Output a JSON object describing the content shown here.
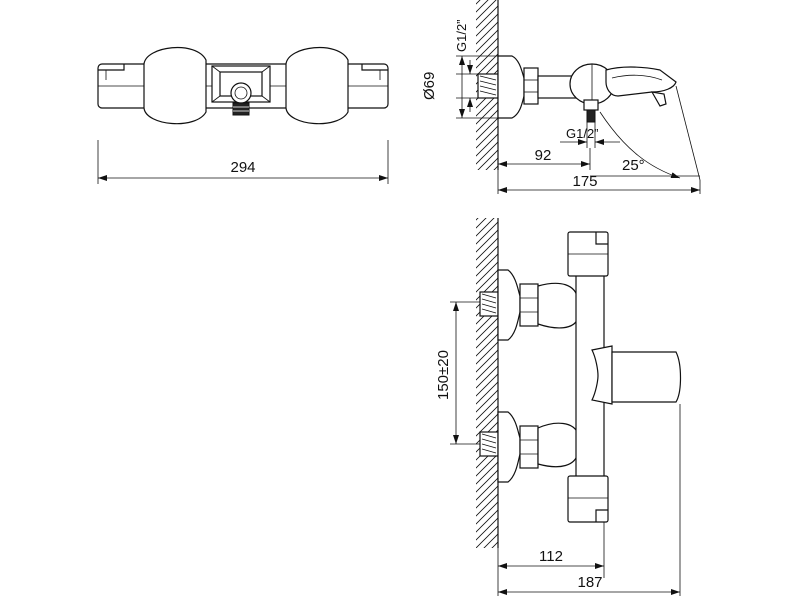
{
  "dimensions": {
    "overall_width": "294",
    "inlet_thread_top": "G1/2”",
    "inlet_diameter": "Ø69",
    "outlet_thread": "G1/2”",
    "outlet_offset": "92",
    "spout_angle": "25°",
    "spout_reach": "175",
    "inlet_spacing": "150±20",
    "body_depth": "112",
    "total_depth": "187"
  }
}
